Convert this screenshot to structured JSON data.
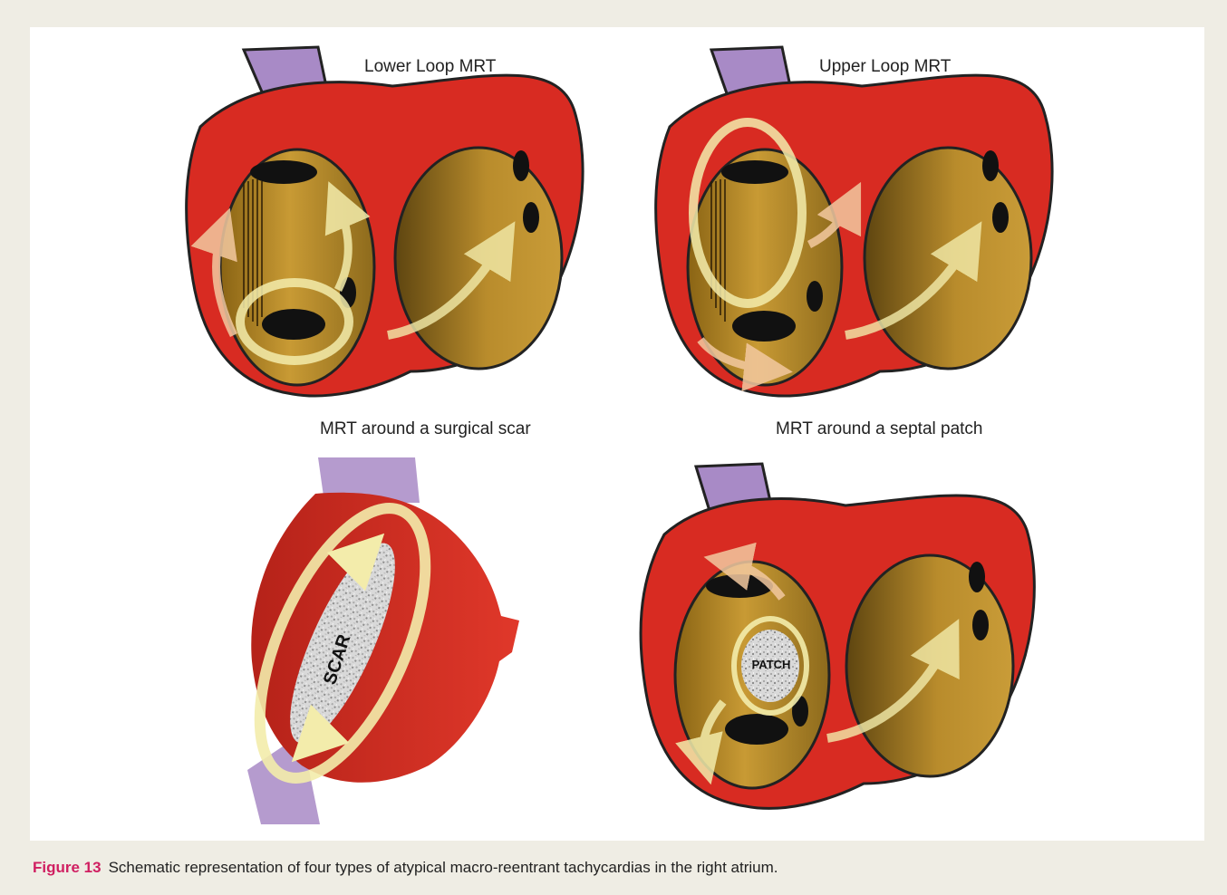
{
  "panels": [
    {
      "title": "Lower Loop MRT"
    },
    {
      "title": "Upper Loop MRT"
    },
    {
      "title": "MRT around a surgical scar",
      "inner_label": "SCAR"
    },
    {
      "title": "MRT around a septal patch",
      "inner_label": "PATCH"
    }
  ],
  "caption": {
    "label": "Figure 13",
    "text": "Schematic representation of four types of atypical macro-reentrant tachycardias in the right atrium."
  },
  "colors": {
    "atrium_red": "#d82b22",
    "chamber_gold": "#b88a2a",
    "vessel_purple": "#a88ac6",
    "arrow_cream": "#f3ecab",
    "arrow_peach": "#f3c9a0",
    "caption_accent": "#d01f61"
  }
}
